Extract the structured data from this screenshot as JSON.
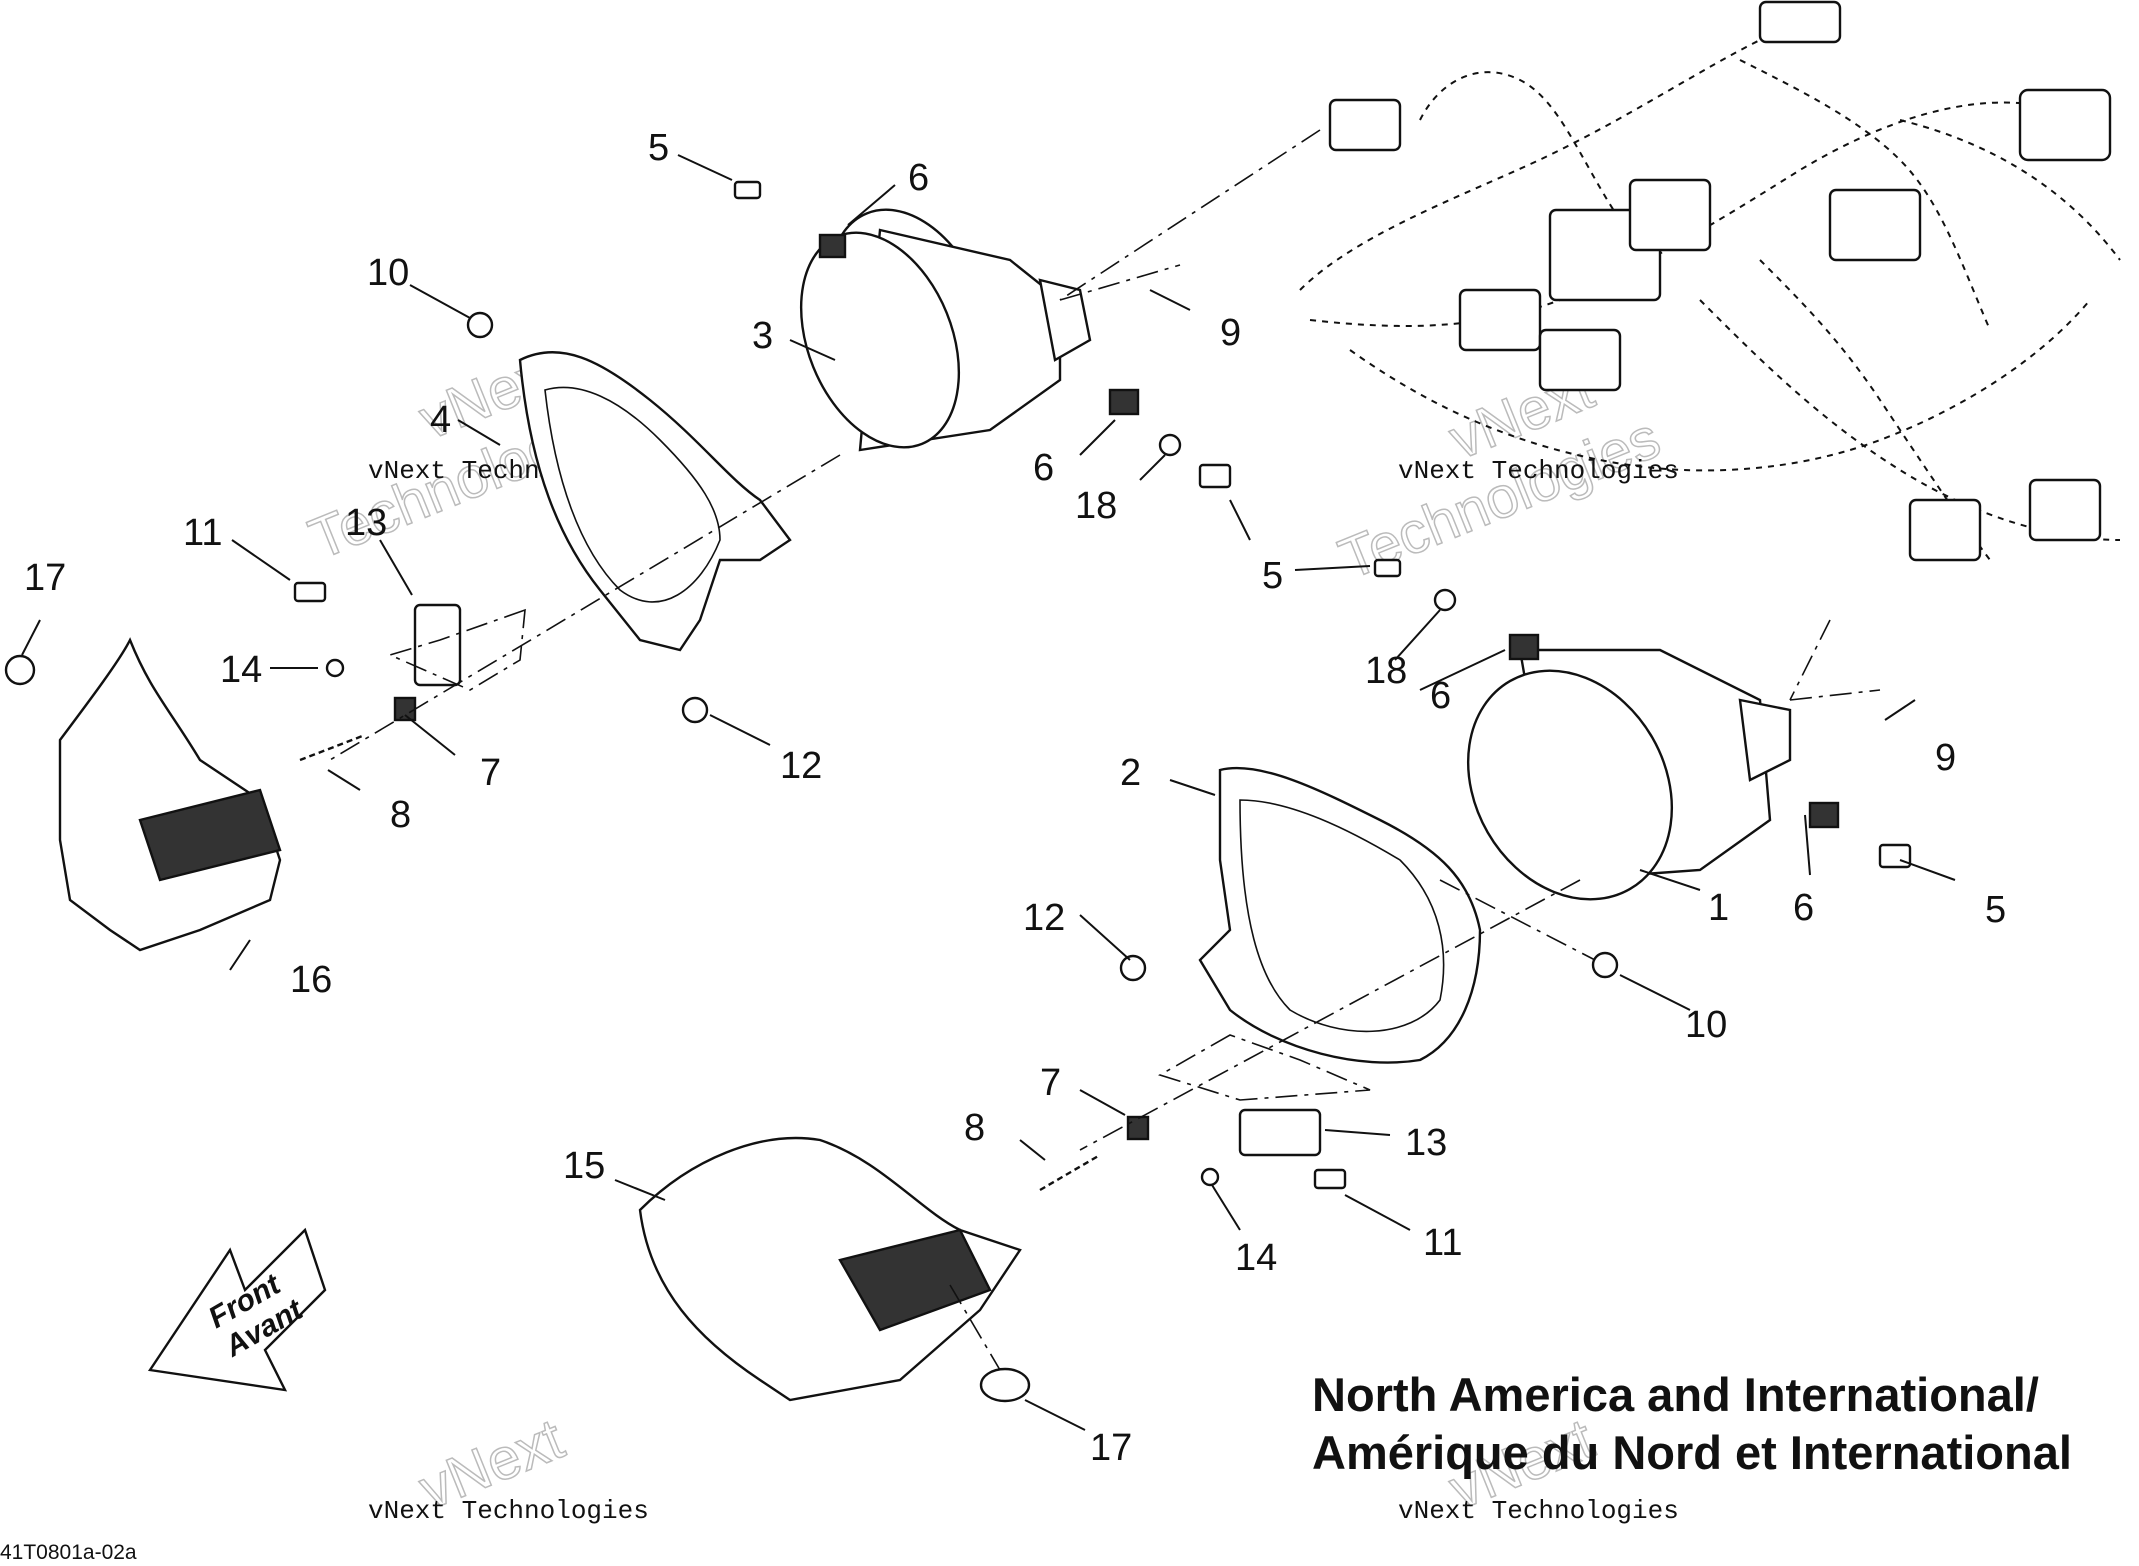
{
  "region_title": {
    "line1": "North America and International/",
    "line2": "Amérique du Nord et International"
  },
  "direction_arrow": {
    "line1": "Front",
    "line2": "Avant"
  },
  "drawing_code": "41T0801a-02a",
  "watermark": {
    "line1": "vNext Technologies",
    "line2_big": "vNext",
    "line3_big": "Technologies"
  },
  "callouts": [
    "1",
    "2",
    "3",
    "4",
    "5",
    "6",
    "7",
    "8",
    "9",
    "10",
    "11",
    "12",
    "13",
    "14",
    "15",
    "16",
    "17",
    "18"
  ]
}
